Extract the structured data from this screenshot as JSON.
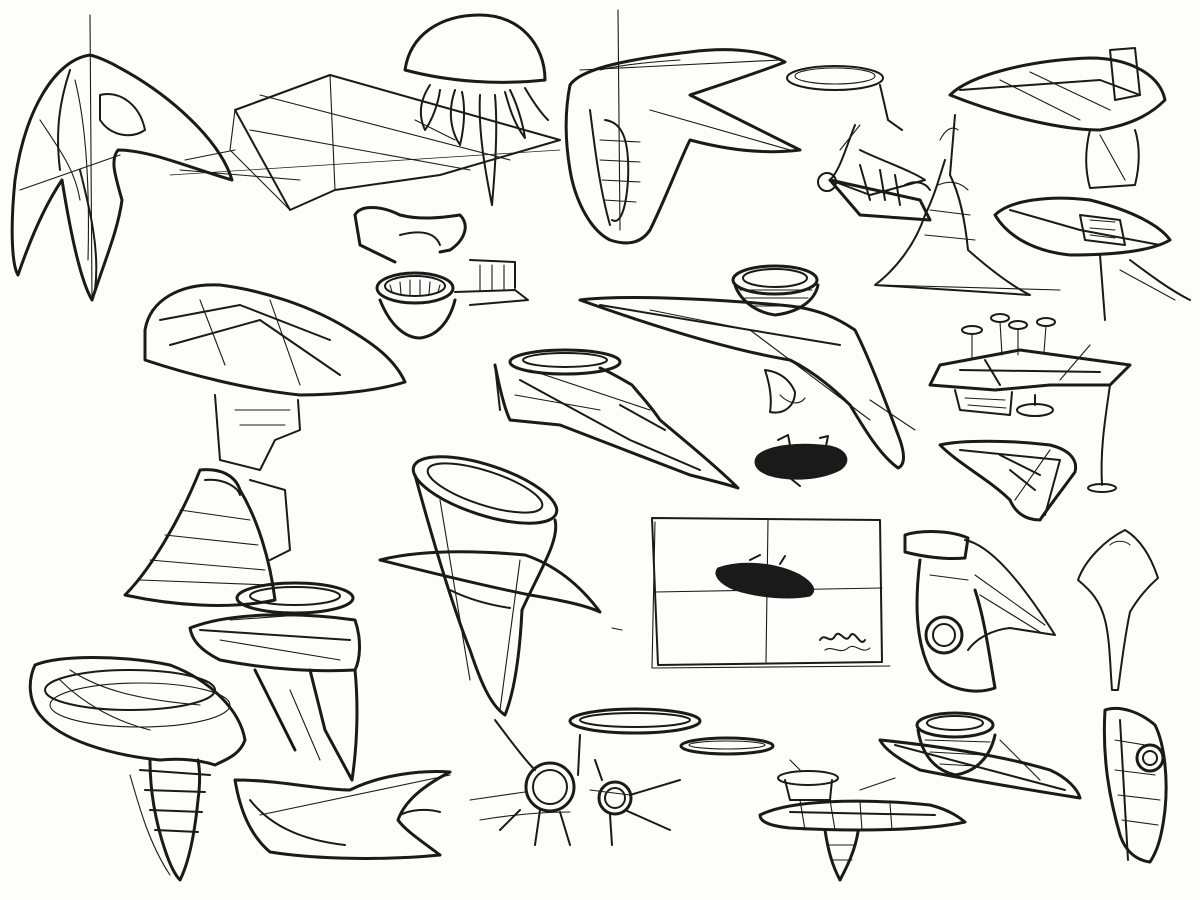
{
  "sheet": {
    "ink_color": "#1a1a1a",
    "paper_color": "#fdfdfc",
    "sketches": [
      "spaceship-sketch-crescent",
      "landing-platform-sketch",
      "dome-walker-sketch",
      "hammerhead-ship-sketch",
      "hover-ring-tower-sketch",
      "saucer-wedge-ship-sketch",
      "small-pod-ship-sketch",
      "long-wing-ring-ship-sketch",
      "wedge-ring-ship-sketch",
      "tall-funnel-ship-sketch",
      "framed-thumbnail-sketch",
      "antenna-platform-sketch",
      "wedge-with-pole-sketch",
      "stacked-tower-ship-sketch",
      "funnel-disc-ship-sketch",
      "ring-stack-ship-sketch",
      "ray-creature-sketch",
      "mushroom-tower-sketch",
      "curved-wing-sketch",
      "orb-star-ship-sketch",
      "floating-discs-sketch",
      "hover-tower-base-sketch",
      "ring-wedge-ship-sketch",
      "narrow-pod-sketch"
    ]
  }
}
